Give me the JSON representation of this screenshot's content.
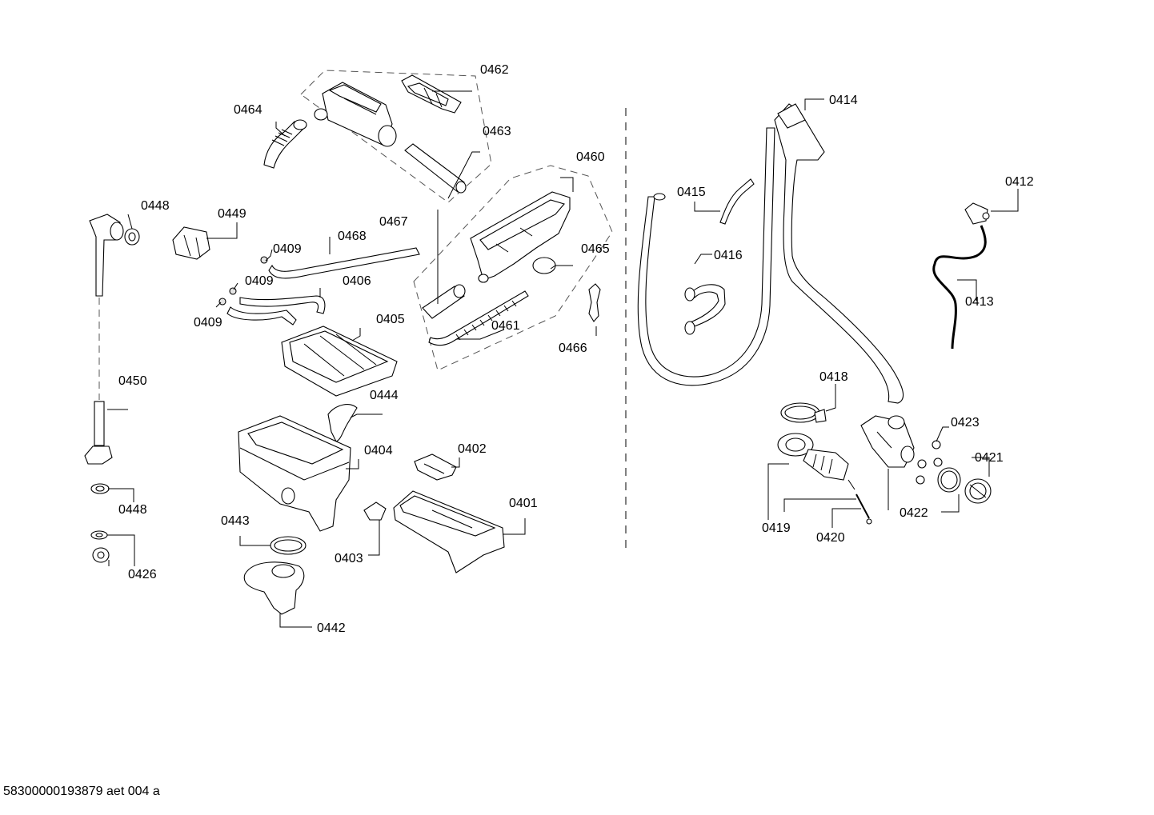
{
  "footer": "58300000193879 aet 004 a",
  "labels": {
    "l0401": "0401",
    "l0402": "0402",
    "l0403": "0403",
    "l0404": "0404",
    "l0405": "0405",
    "l0406": "0406",
    "l0409a": "0409",
    "l0409b": "0409",
    "l0409c": "0409",
    "l0412": "0412",
    "l0413": "0413",
    "l0414": "0414",
    "l0415": "0415",
    "l0416": "0416",
    "l0418": "0418",
    "l0419": "0419",
    "l0420": "0420",
    "l0421": "0421",
    "l0422": "0422",
    "l0423": "0423",
    "l0426": "0426",
    "l0442": "0442",
    "l0443": "0443",
    "l0444": "0444",
    "l0448a": "0448",
    "l0448b": "0448",
    "l0449": "0449",
    "l0450": "0450",
    "l0460": "0460",
    "l0461": "0461",
    "l0462": "0462",
    "l0463": "0463",
    "l0464": "0464",
    "l0465": "0465",
    "l0466": "0466",
    "l0467": "0467",
    "l0468": "0468"
  }
}
